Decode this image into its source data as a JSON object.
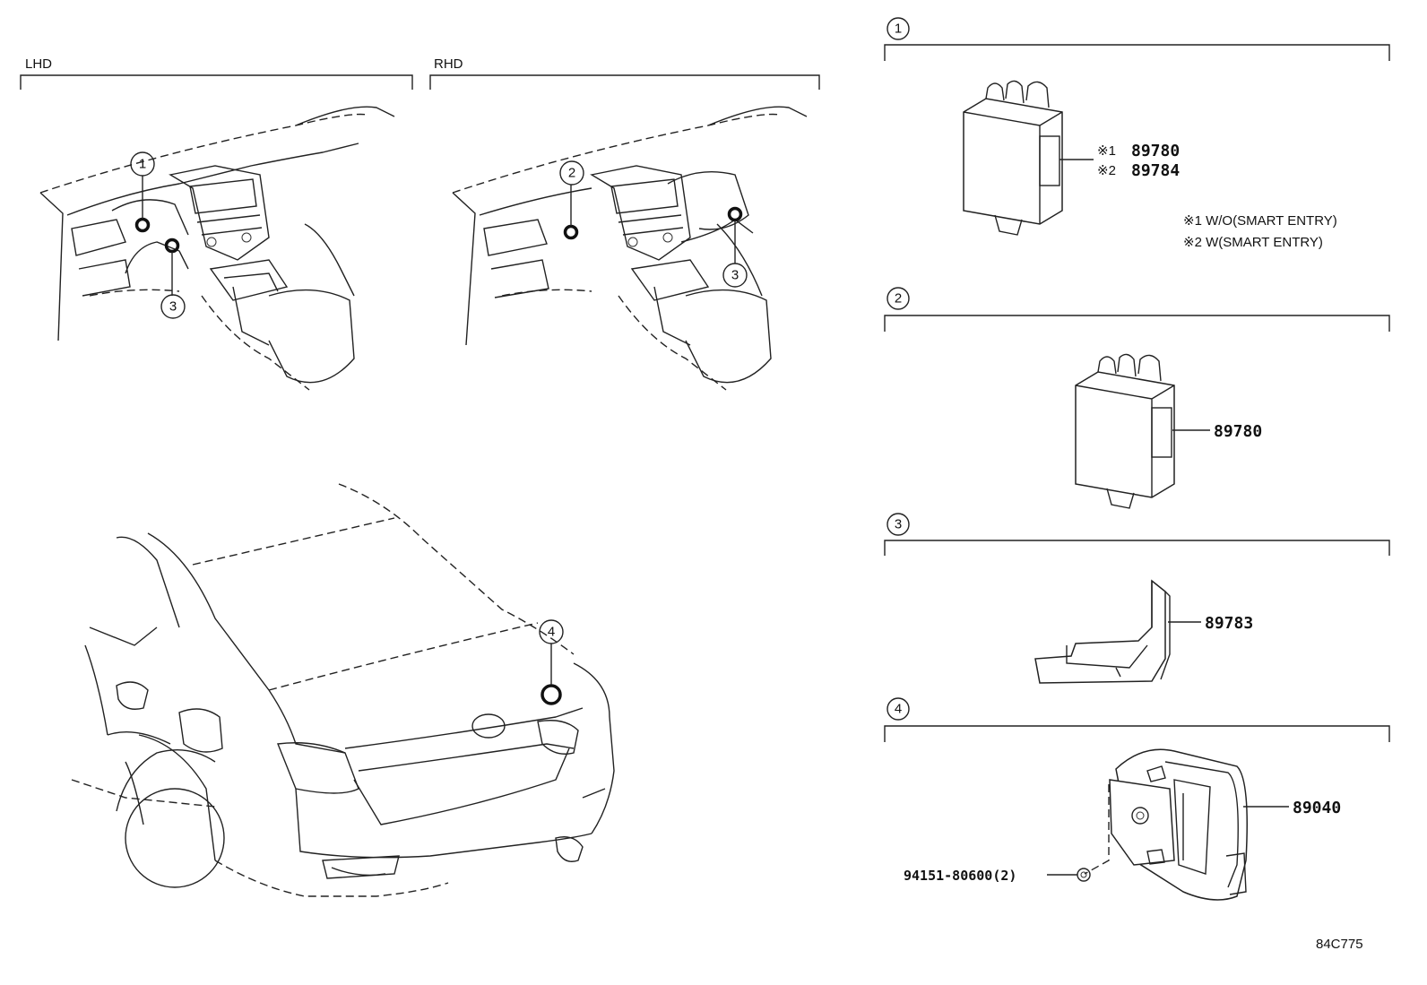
{
  "labels": {
    "lhd": "LHD",
    "rhd": "RHD",
    "illustration_code": "84C775"
  },
  "callouts": [
    "1",
    "2",
    "3",
    "4"
  ],
  "sections": [
    {
      "id": "1",
      "parts": [
        {
          "prefix": "※1",
          "number": "89780"
        },
        {
          "prefix": "※2",
          "number": "89784"
        }
      ],
      "notes": [
        "※1 W/O(SMART ENTRY)",
        "※2 W(SMART ENTRY)"
      ]
    },
    {
      "id": "2",
      "parts": [
        {
          "number": "89780"
        }
      ]
    },
    {
      "id": "3",
      "parts": [
        {
          "number": "89783"
        }
      ]
    },
    {
      "id": "4",
      "parts": [
        {
          "number": "89040"
        },
        {
          "number": "94151-80600(2)"
        }
      ]
    }
  ]
}
